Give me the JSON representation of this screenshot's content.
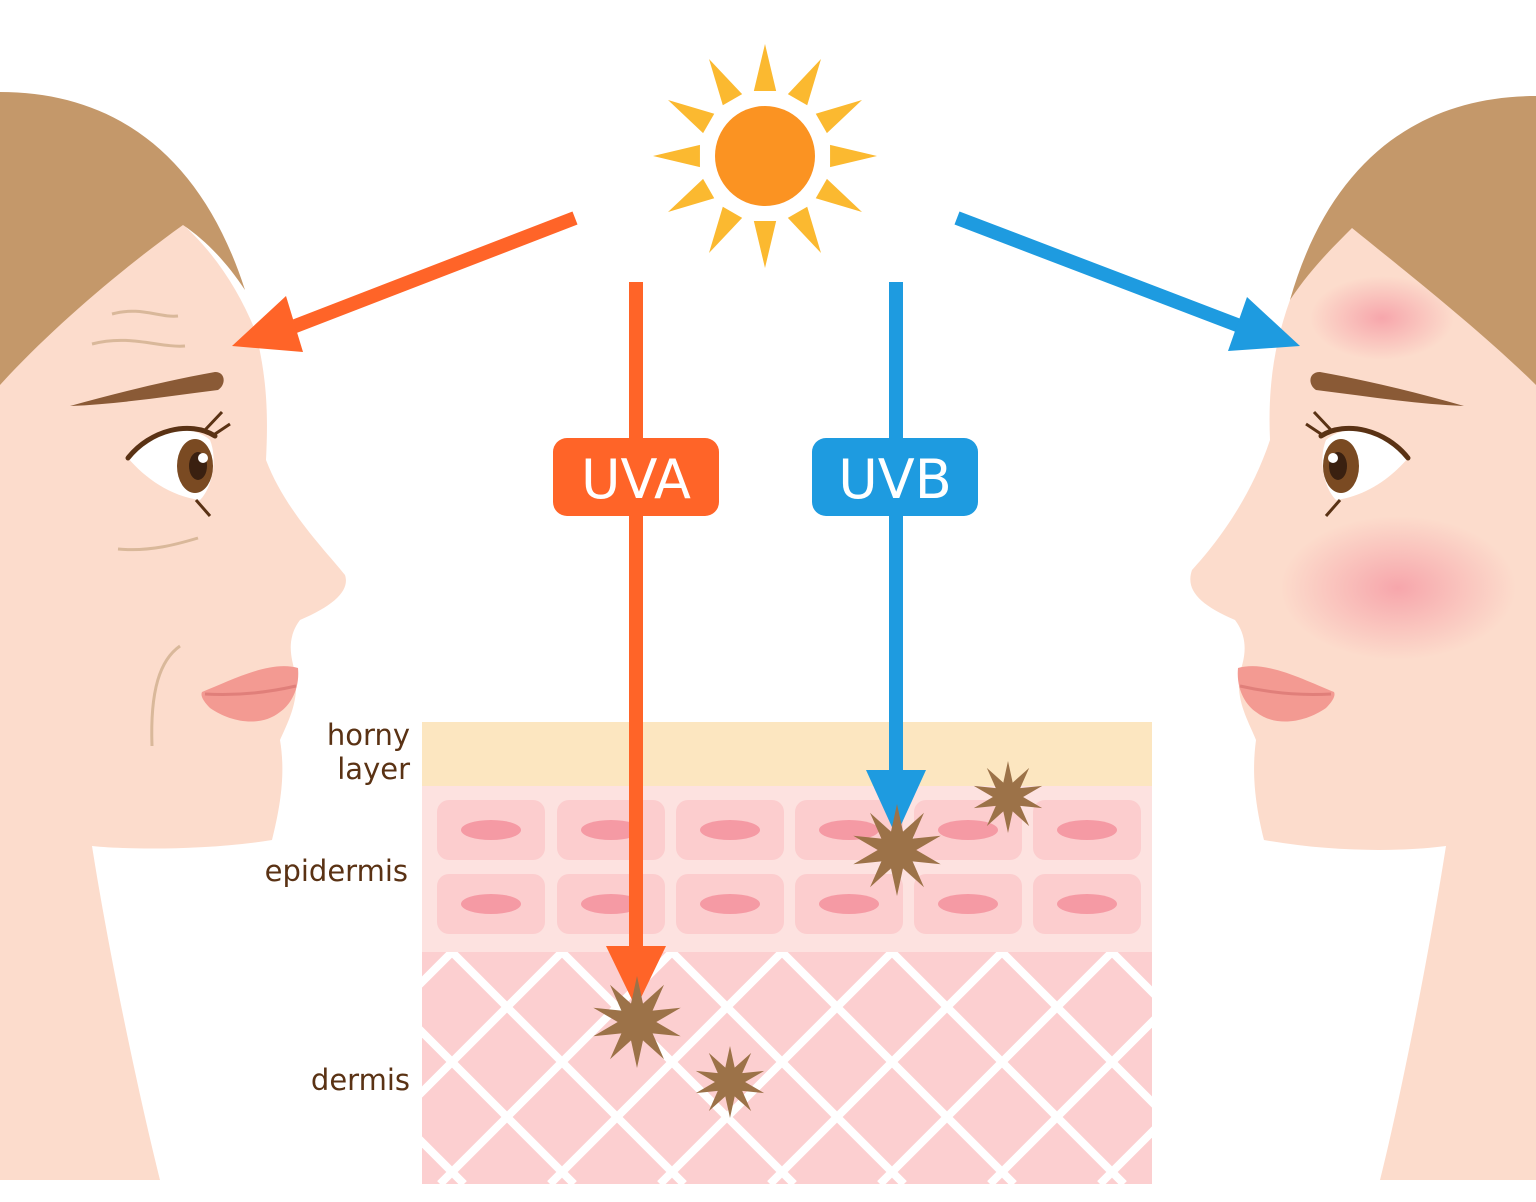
{
  "rays": {
    "uva": {
      "label": "UVA",
      "color": "#ff6428"
    },
    "uvb": {
      "label": "UVB",
      "color": "#1e9be0"
    }
  },
  "layers": {
    "horny_line1": "horny",
    "horny_line2": "layer",
    "epidermis": "epidermis",
    "dermis": "dermis"
  },
  "colors": {
    "skin": "#fcdccc",
    "hair": "#c4986a",
    "sun_core": "#fb9322",
    "sun_rays": "#fbb930",
    "horny_layer": "#fce6c0",
    "epidermis": "#fde2e0",
    "dermis": "#fccfd0",
    "damage": "#9c7248",
    "label_text": "#5a3214"
  },
  "icons": [
    "sun-icon",
    "damage-spark-icon"
  ]
}
